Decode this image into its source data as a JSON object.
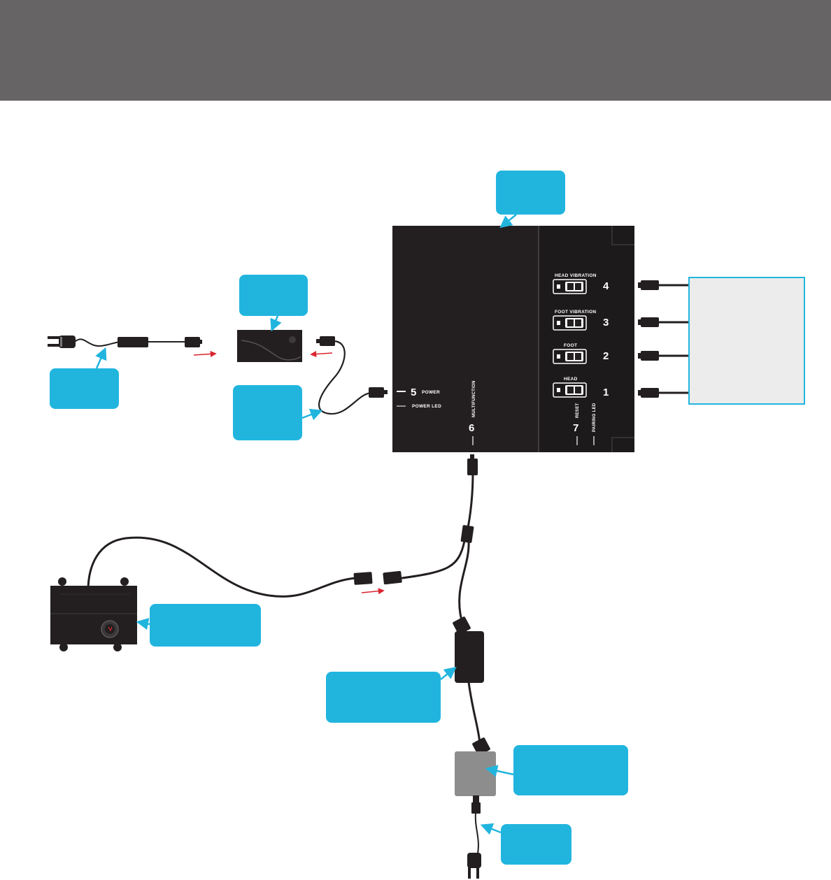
{
  "control_box": {
    "ports": [
      {
        "number": "4",
        "label": "HEAD VIBRATION"
      },
      {
        "number": "3",
        "label": "FOOT VIBRATION"
      },
      {
        "number": "2",
        "label": "FOOT"
      },
      {
        "number": "1",
        "label": "HEAD"
      }
    ],
    "power_number": "5",
    "power_label": "POWER",
    "power_led_label": "POWER LED",
    "multifunction_number": "6",
    "multifunction_label": "MULTIFUNCTION",
    "reset_number": "7",
    "reset_label": "RESET",
    "pairing_led_label": "PAIRING LED"
  },
  "colors": {
    "header": "#666464",
    "callout": "#21b5de",
    "device": "#231f20",
    "arrow_red": "#d9242e",
    "adapter_grey": "#8e8d8d",
    "motor_panel_fill": "#ececec",
    "motor_panel_border": "#21b5de"
  }
}
